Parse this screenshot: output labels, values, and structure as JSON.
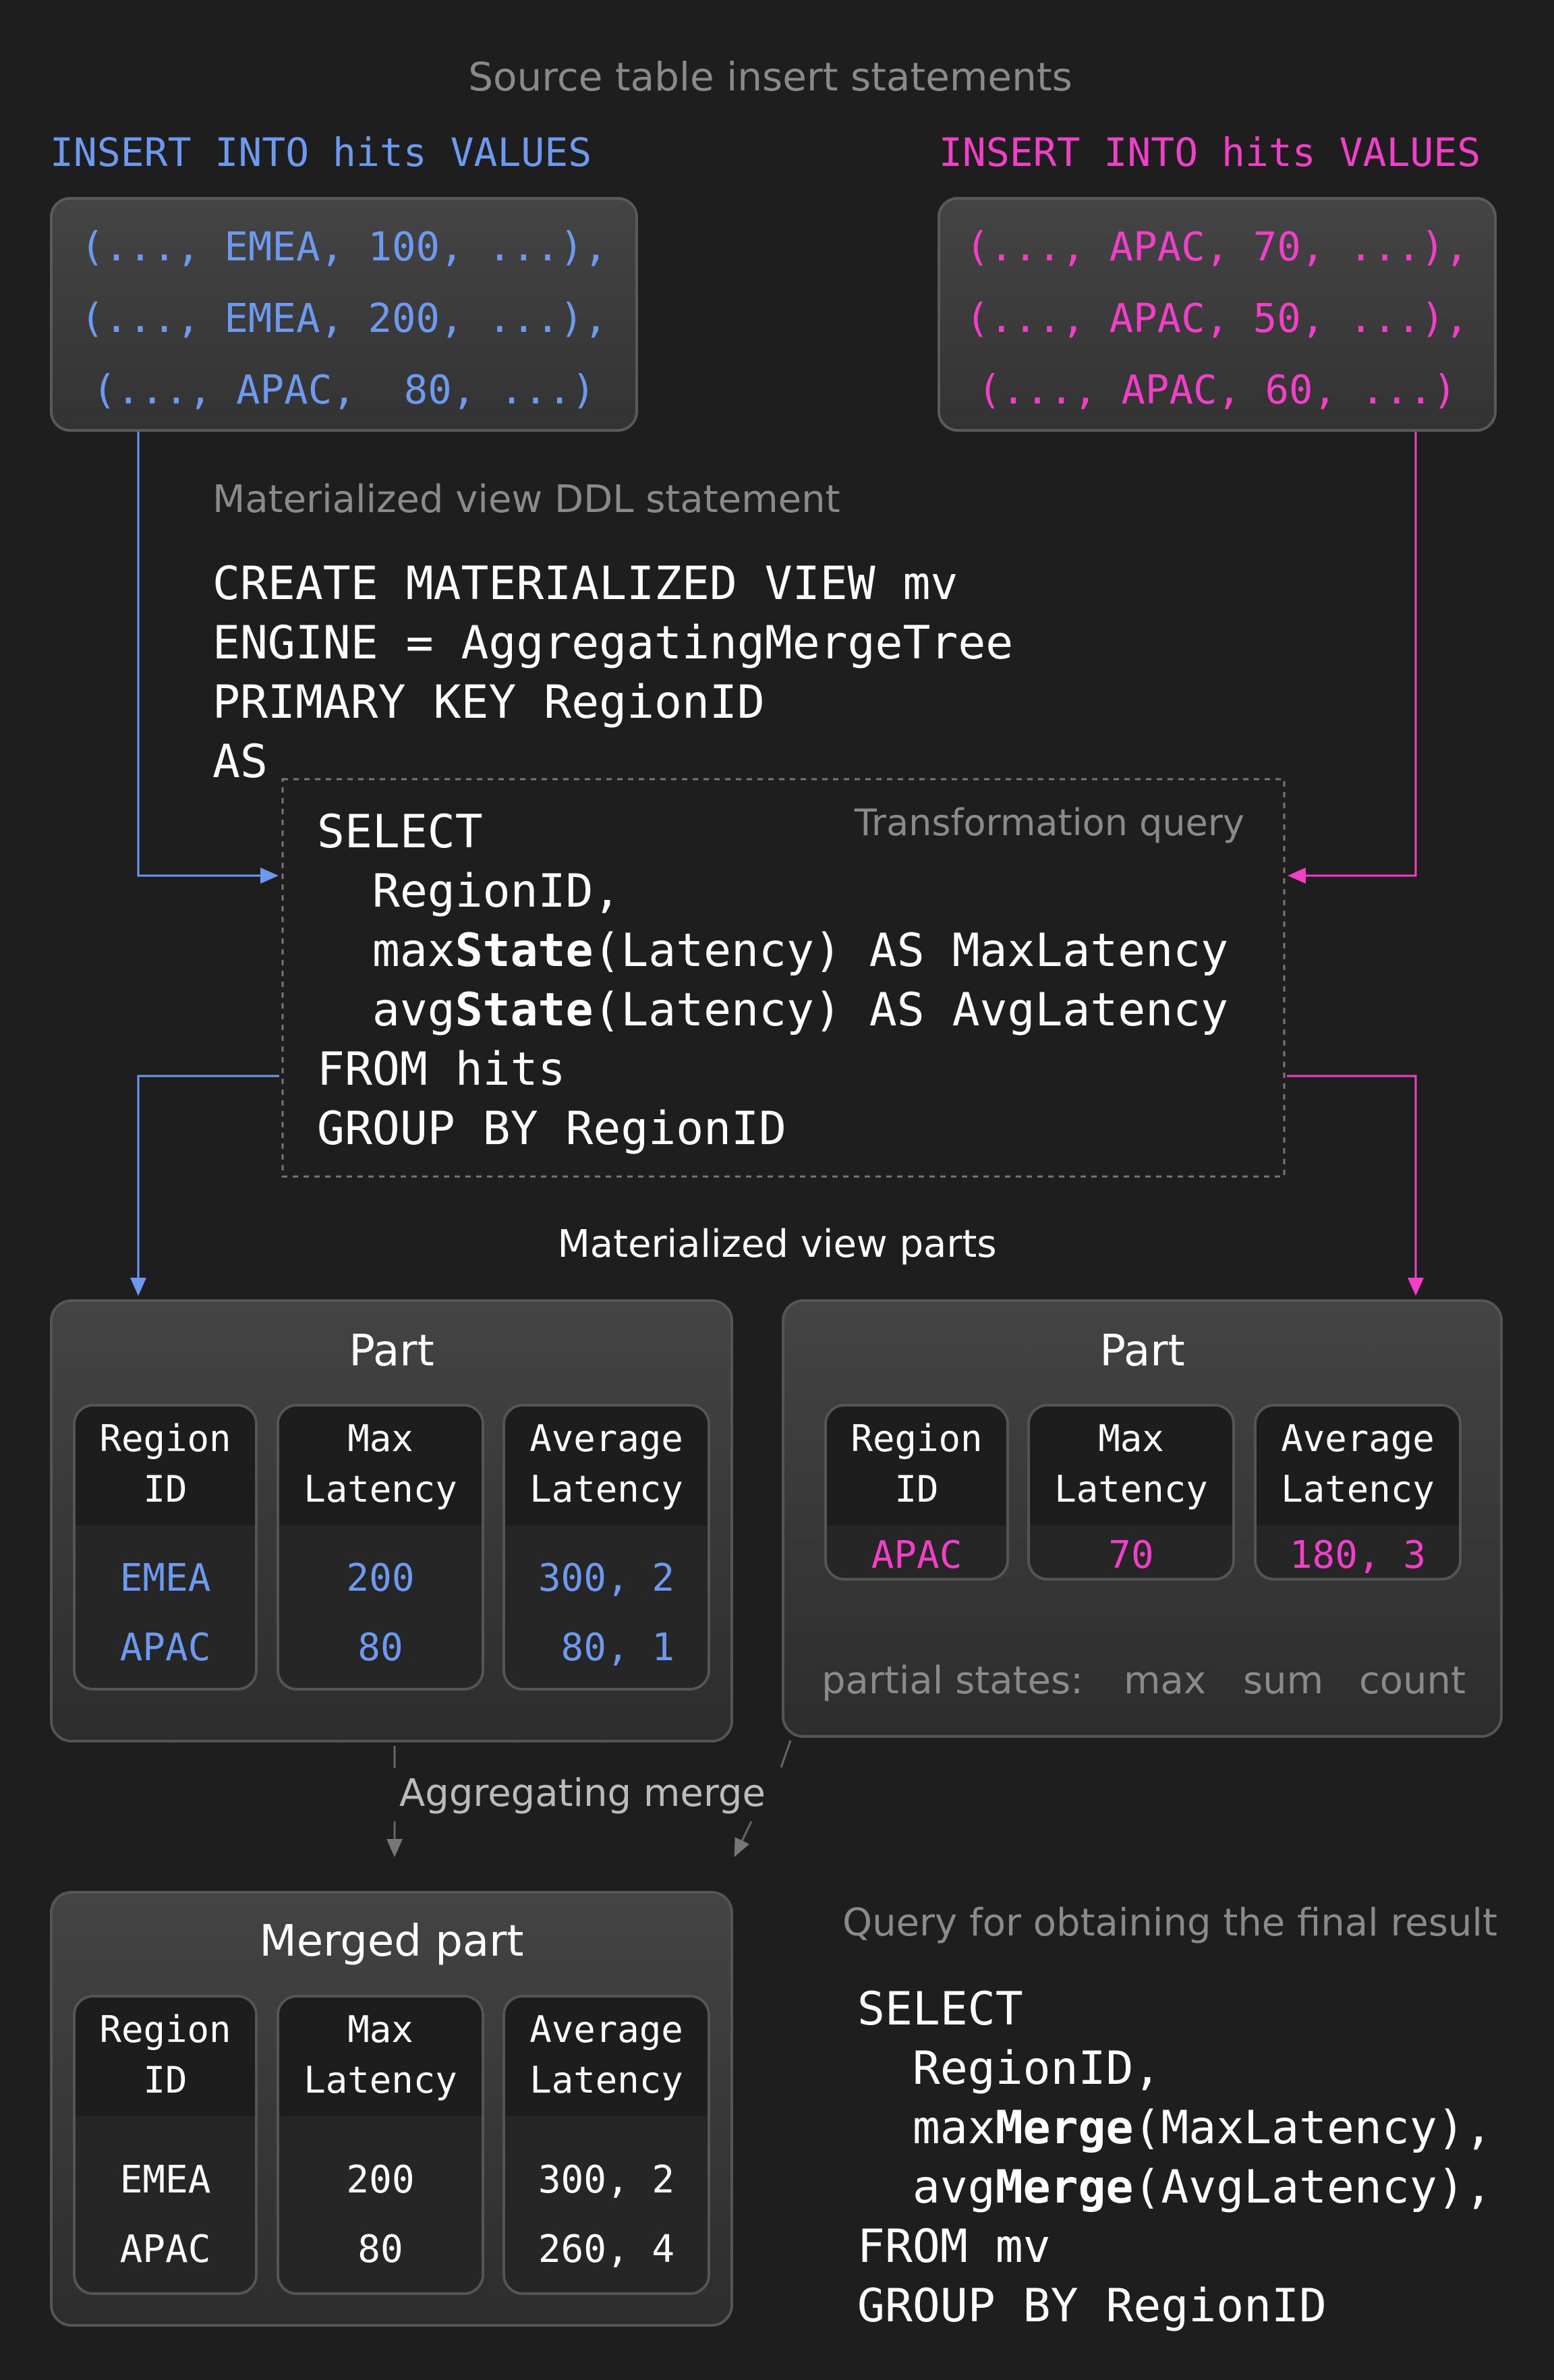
{
  "colors": {
    "blue": "#6c9af0",
    "pink": "#f23ec8",
    "background": "#1e1e1e",
    "muted": "#8a8a8a"
  },
  "source_title": "Source table insert statements",
  "left_insert": {
    "header": "INSERT INTO hits VALUES",
    "rows": [
      "(..., EMEA, 100, ...),",
      "(..., EMEA, 200, ...),",
      "(..., APAC,  80, ...)"
    ]
  },
  "right_insert": {
    "header": "INSERT INTO hits VALUES",
    "rows": [
      "(..., APAC, 70, ...),",
      "(..., APAC, 50, ...),",
      "(..., APAC, 60, ...)"
    ]
  },
  "ddl": {
    "title": "Materialized view DDL statement",
    "lines": [
      "CREATE MATERIALIZED VIEW mv",
      "ENGINE = AggregatingMergeTree",
      "PRIMARY KEY RegionID",
      "AS"
    ],
    "transformation_label": "Transformation query",
    "query": {
      "l1": "SELECT",
      "l2": "  RegionID,",
      "l3a": "  max",
      "l3b": "State",
      "l3c": "(Latency) AS MaxLatency",
      "l4a": "  avg",
      "l4b": "State",
      "l4c": "(Latency) AS AvgLatency",
      "l5": "FROM hits",
      "l6": "GROUP BY RegionID"
    }
  },
  "parts_title": "Materialized view parts",
  "columns": {
    "c1a": "Region",
    "c1b": "ID",
    "c2a": "Max",
    "c2b": "Latency",
    "c3a": "Average",
    "c3b": "Latency"
  },
  "left_part": {
    "title": "Part",
    "rows": [
      [
        "EMEA",
        "200",
        "300, 2"
      ],
      [
        "APAC",
        "80",
        " 80, 1"
      ]
    ]
  },
  "right_part": {
    "title": "Part",
    "rows": [
      [
        "APAC",
        "70",
        "180, 3"
      ]
    ],
    "partial_states": {
      "label": "partial states:",
      "max": "max",
      "sum": "sum",
      "count": "count"
    }
  },
  "merge_label": "Aggregating merge",
  "merged_part": {
    "title": "Merged part",
    "rows": [
      [
        "EMEA",
        "200",
        "300, 2"
      ],
      [
        "APAC",
        "80",
        "260, 4"
      ]
    ]
  },
  "final_query": {
    "title": "Query for obtaining the final result",
    "l1": "SELECT",
    "l2": "  RegionID,",
    "l3a": "  max",
    "l3b": "Merge",
    "l3c": "(MaxLatency),",
    "l4a": "  avg",
    "l4b": "Merge",
    "l4c": "(AvgLatency),",
    "l5": "FROM mv",
    "l6": "GROUP BY RegionID"
  }
}
